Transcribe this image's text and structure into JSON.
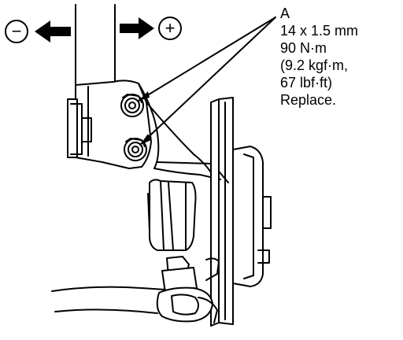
{
  "callout": {
    "letter": "A",
    "size": "14 x 1.5 mm",
    "torque_nm": "90 N·m",
    "torque_kgfm": "(9.2 kgf·m,",
    "torque_lbfft": "67 lbf·ft)",
    "note": "Replace."
  },
  "direction": {
    "minus_symbol": "−",
    "plus_symbol": "+"
  },
  "colors": {
    "line": "#000000",
    "background": "#ffffff"
  }
}
